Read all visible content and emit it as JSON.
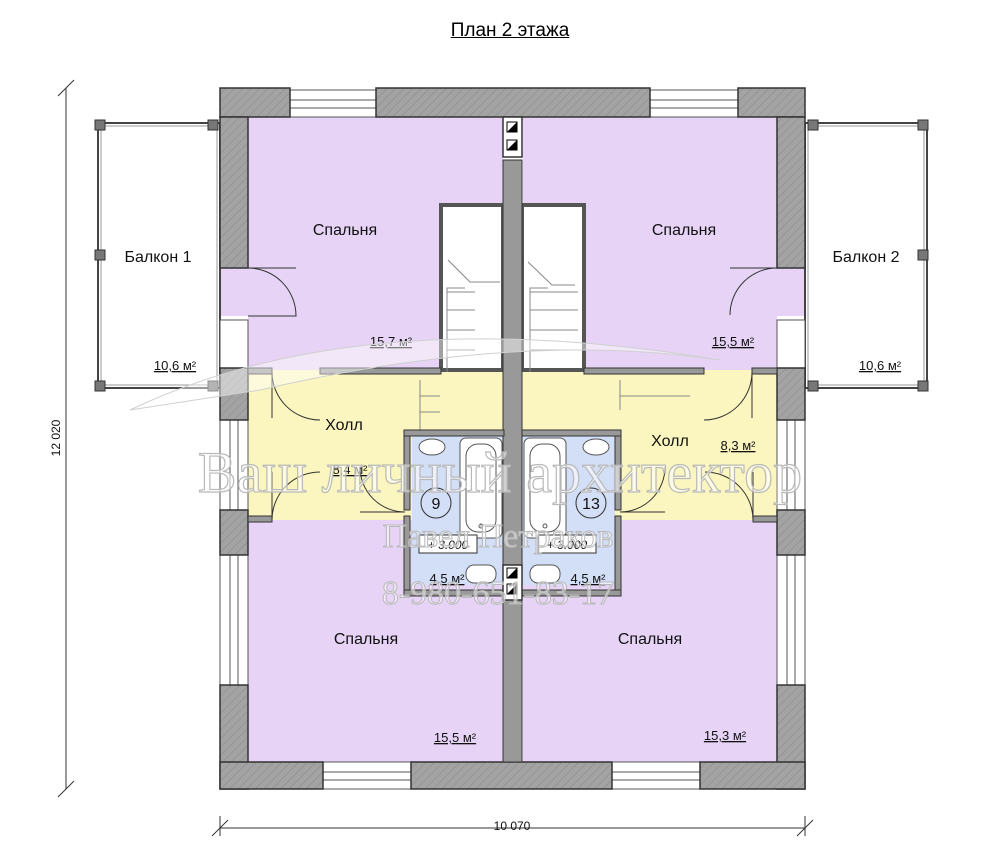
{
  "title": "План 2 этажа",
  "rooms": {
    "balcony_left": {
      "name": "Балкон 1",
      "area": "10,6 м²"
    },
    "balcony_right": {
      "name": "Балкон 2",
      "area": "10,6 м²"
    },
    "bedroom_tl": {
      "name": "Спальня",
      "area": "15,7 м²"
    },
    "bedroom_tr": {
      "name": "Спальня",
      "area": "15,5 м²"
    },
    "bedroom_bl": {
      "name": "Спальня",
      "area": "15,5 м²"
    },
    "bedroom_br": {
      "name": "Спальня",
      "area": "15,3 м²"
    },
    "hall_left": {
      "name": "Холл",
      "area": "8,4 м²"
    },
    "hall_right": {
      "name": "Холл",
      "area": "8,3 м²"
    },
    "bath_left": {
      "number": "9",
      "level": "+ 3.000",
      "area": "4,5 м²"
    },
    "bath_right": {
      "number": "13",
      "level": "+ 3.000",
      "area": "4,5 м²"
    }
  },
  "dimensions": {
    "height": "12 020",
    "width": "10 070"
  },
  "watermark": {
    "line1": "Ваш личный архитектор",
    "line2": "Павел Петраков",
    "line3": "8-980-651-83-17"
  },
  "colors": {
    "bedroom": "#e6d3f5",
    "hall": "#fbf6bf",
    "bath": "#d3def7",
    "balcony": "#e6d3f5",
    "wall": "#9a9a9a"
  }
}
